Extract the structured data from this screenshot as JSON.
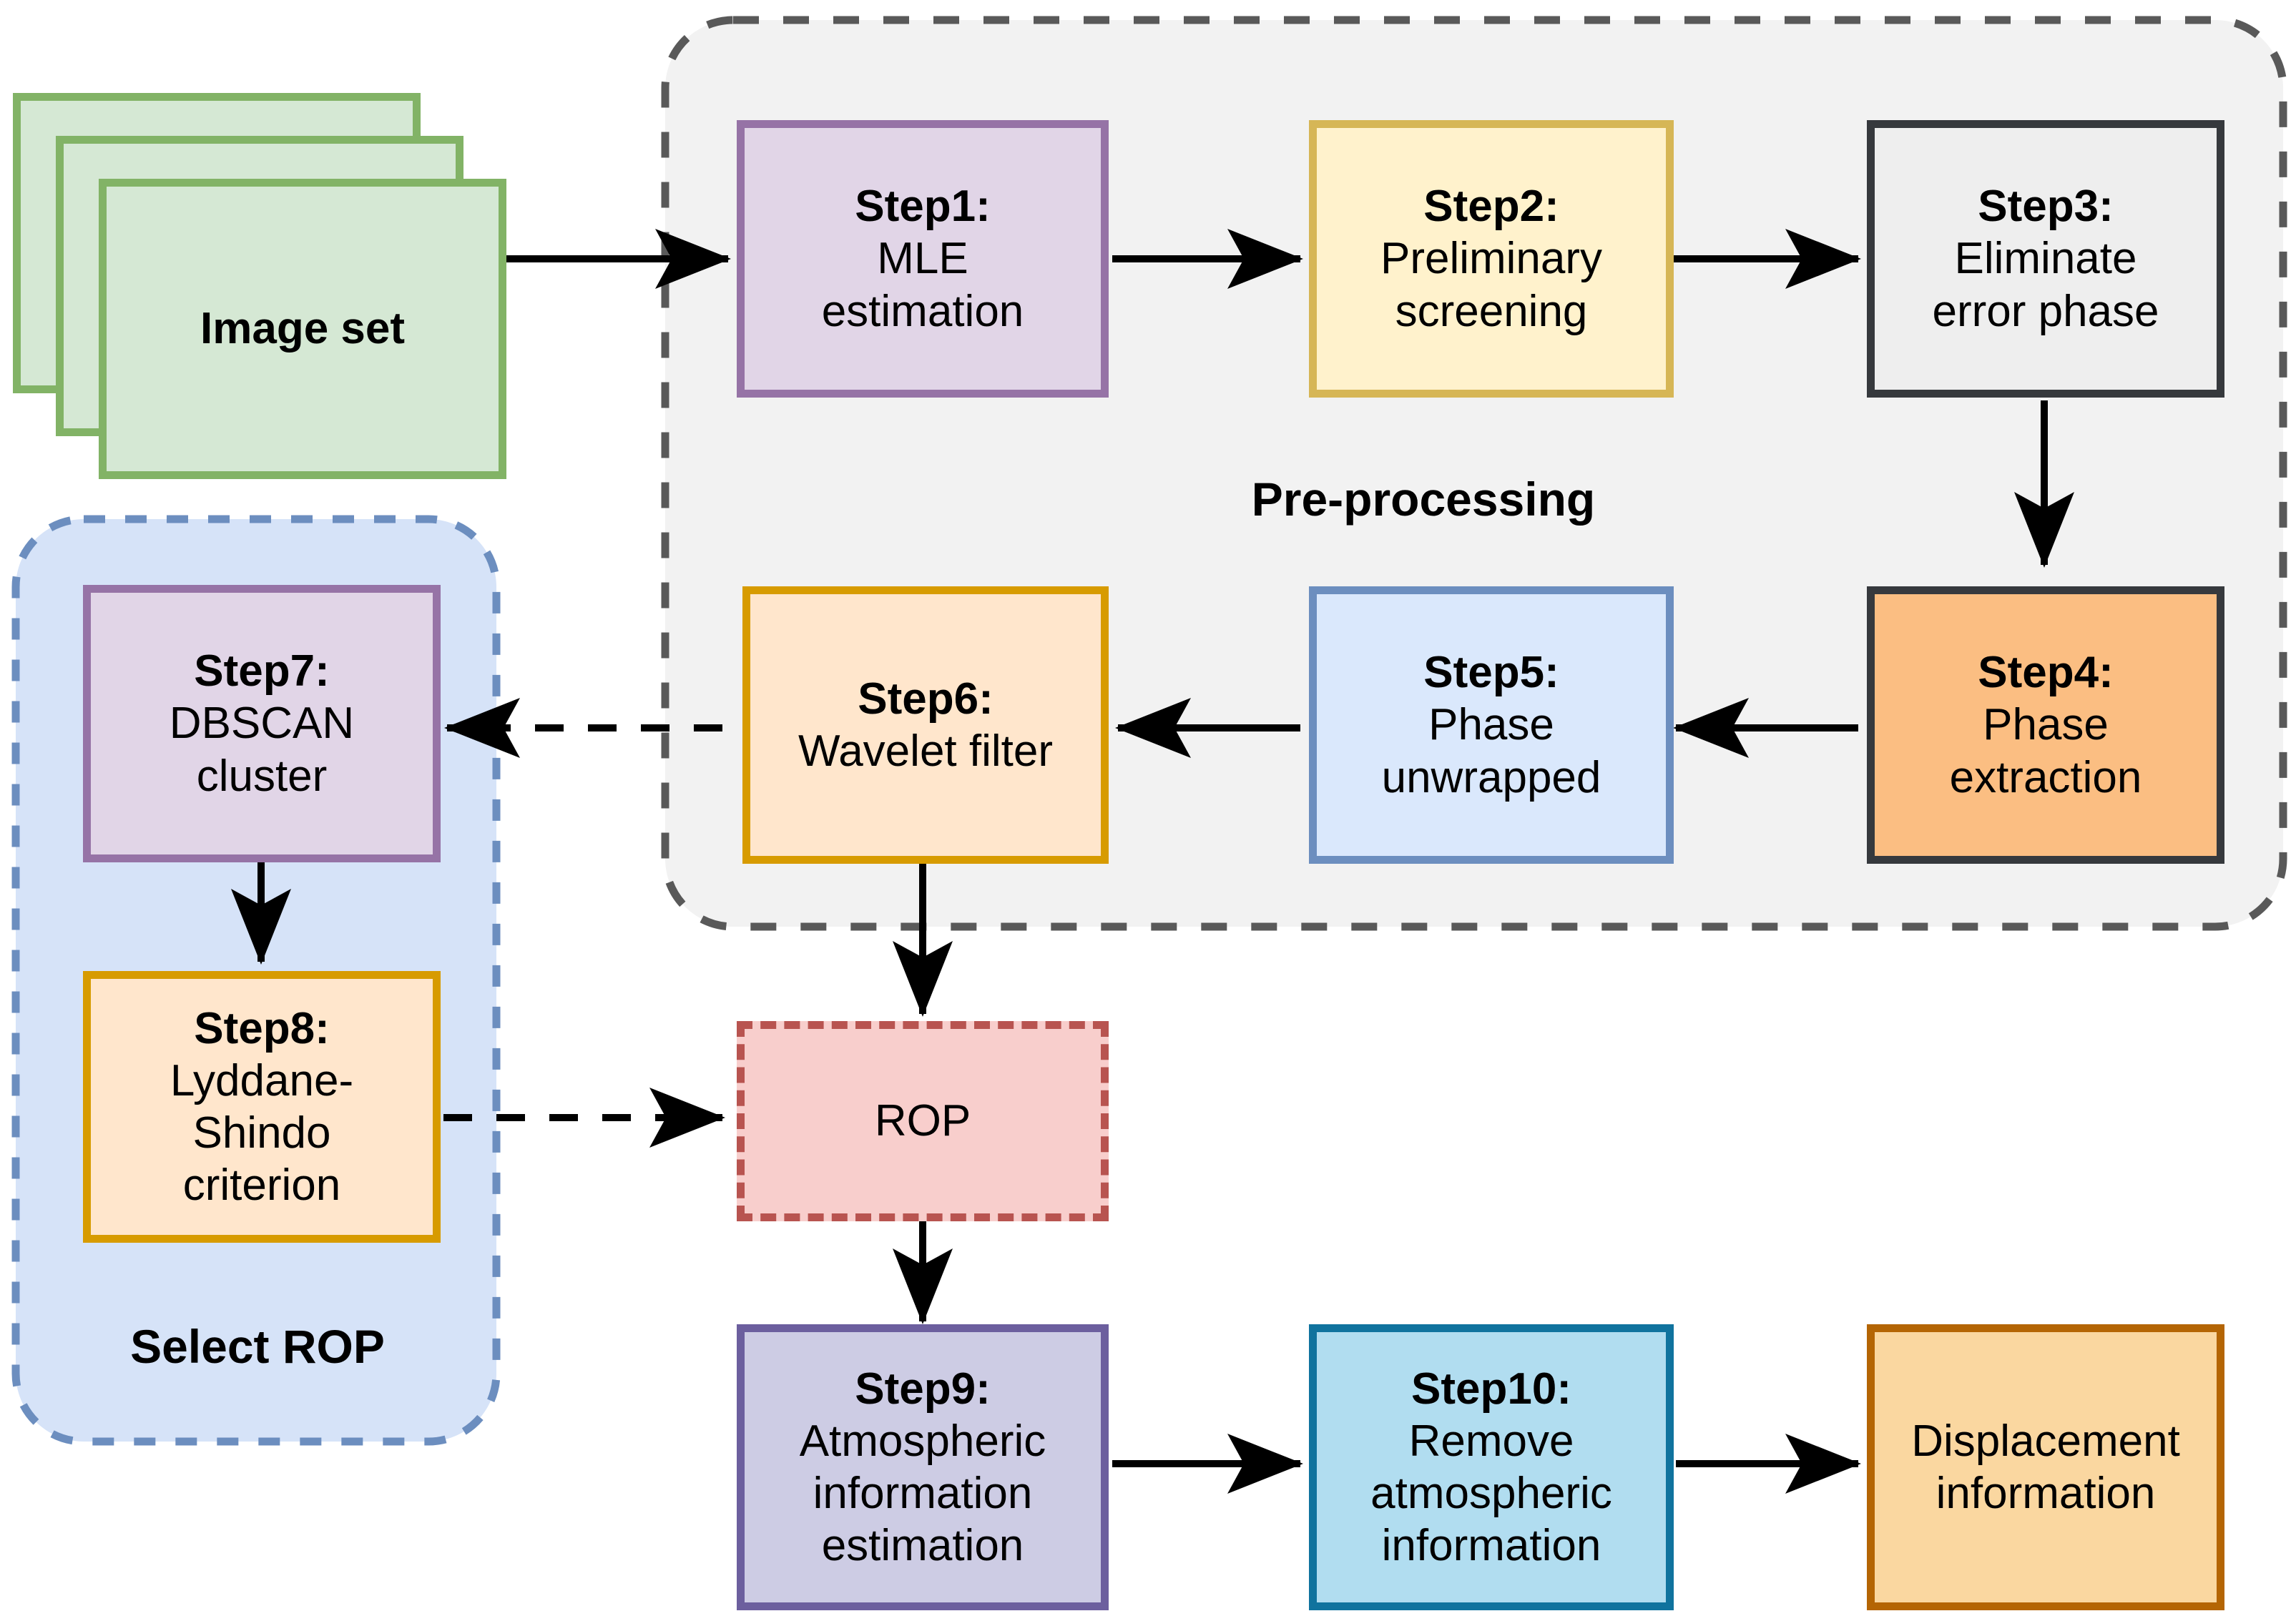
{
  "diagram": {
    "title": "InSAR processing workflow",
    "groups": [
      {
        "id": "pre-processing",
        "label": "Pre-processing",
        "fill": "#f2f2f2",
        "stroke": "#595959"
      },
      {
        "id": "select-rop",
        "label": "Select ROP",
        "fill": "#d6e3f8",
        "stroke": "#6c8ebf"
      }
    ],
    "nodes": [
      {
        "id": "image-set",
        "title": "",
        "body": "Image set",
        "bold": true,
        "fill": "#d5e8d4",
        "stroke": "#82b366"
      },
      {
        "id": "step1",
        "title": "Step1:",
        "body": "MLE\nestimation",
        "fill": "#e1d5e7",
        "stroke": "#9673a6"
      },
      {
        "id": "step2",
        "title": "Step2:",
        "body": "Preliminary\nscreening",
        "fill": "#fff2cc",
        "stroke": "#d6b656"
      },
      {
        "id": "step3",
        "title": "Step3:",
        "body": "Eliminate\nerror phase",
        "fill": "#eeeeee",
        "stroke": "#36393d"
      },
      {
        "id": "step4",
        "title": "Step4:",
        "body": "Phase\nextraction",
        "fill": "#fbbe82",
        "stroke": "#36393d"
      },
      {
        "id": "step5",
        "title": "Step5:",
        "body": "Phase\nunwrapped",
        "fill": "#dae8fc",
        "stroke": "#6c8ebf"
      },
      {
        "id": "step6",
        "title": "Step6:",
        "body": "Wavelet filter",
        "fill": "#ffe6cc",
        "stroke": "#d79b00"
      },
      {
        "id": "step7",
        "title": "Step7:",
        "body": "DBSCAN\ncluster",
        "fill": "#e1d5e7",
        "stroke": "#9673a6"
      },
      {
        "id": "step8",
        "title": "Step8:",
        "body": "Lyddane-\nShindo\ncriterion",
        "fill": "#ffe6cc",
        "stroke": "#d79b00"
      },
      {
        "id": "rop",
        "title": "",
        "body": "ROP",
        "fill": "#f8cecc",
        "stroke": "#b85450"
      },
      {
        "id": "step9",
        "title": "Step9:",
        "body": "Atmospheric\ninformation\nestimation",
        "fill": "#cdcce4",
        "stroke": "#6c5f9e"
      },
      {
        "id": "step10",
        "title": "Step10:",
        "body": "Remove\natmospheric\ninformation",
        "fill": "#b1ddf0",
        "stroke": "#10739e"
      },
      {
        "id": "displacement",
        "title": "",
        "body": "Displacement\ninformation",
        "fill": "#fad7a0",
        "stroke": "#b46504"
      }
    ],
    "edges": [
      {
        "from": "image-set",
        "to": "step1",
        "style": "solid"
      },
      {
        "from": "step1",
        "to": "step2",
        "style": "solid"
      },
      {
        "from": "step2",
        "to": "step3",
        "style": "solid"
      },
      {
        "from": "step3",
        "to": "step4",
        "style": "solid"
      },
      {
        "from": "step4",
        "to": "step5",
        "style": "solid"
      },
      {
        "from": "step5",
        "to": "step6",
        "style": "solid"
      },
      {
        "from": "step6",
        "to": "step7",
        "style": "dashed"
      },
      {
        "from": "step7",
        "to": "step8",
        "style": "solid"
      },
      {
        "from": "step8",
        "to": "rop",
        "style": "dashed"
      },
      {
        "from": "step6",
        "to": "rop",
        "style": "solid"
      },
      {
        "from": "rop",
        "to": "step9",
        "style": "solid"
      },
      {
        "from": "step9",
        "to": "step10",
        "style": "solid"
      },
      {
        "from": "step10",
        "to": "displacement",
        "style": "solid"
      }
    ]
  },
  "labels": {
    "image_set": "Image set",
    "step1_title": "Step1:",
    "step1_l1": "MLE",
    "step1_l2": "estimation",
    "step2_title": "Step2:",
    "step2_l1": "Preliminary",
    "step2_l2": "screening",
    "step3_title": "Step3:",
    "step3_l1": "Eliminate",
    "step3_l2": "error phase",
    "step4_title": "Step4:",
    "step4_l1": "Phase",
    "step4_l2": "extraction",
    "step5_title": "Step5:",
    "step5_l1": "Phase",
    "step5_l2": "unwrapped",
    "step6_title": "Step6:",
    "step6_l1": "Wavelet filter",
    "step7_title": "Step7:",
    "step7_l1": "DBSCAN",
    "step7_l2": "cluster",
    "step8_title": "Step8:",
    "step8_l1": "Lyddane-",
    "step8_l2": "Shindo",
    "step8_l3": "criterion",
    "rop": "ROP",
    "step9_title": "Step9:",
    "step9_l1": "Atmospheric",
    "step9_l2": "information",
    "step9_l3": "estimation",
    "step10_title": "Step10:",
    "step10_l1": "Remove",
    "step10_l2": "atmospheric",
    "step10_l3": "information",
    "displacement_l1": "Displacement",
    "displacement_l2": "information",
    "pre_processing": "Pre-processing",
    "select_rop": "Select ROP"
  }
}
